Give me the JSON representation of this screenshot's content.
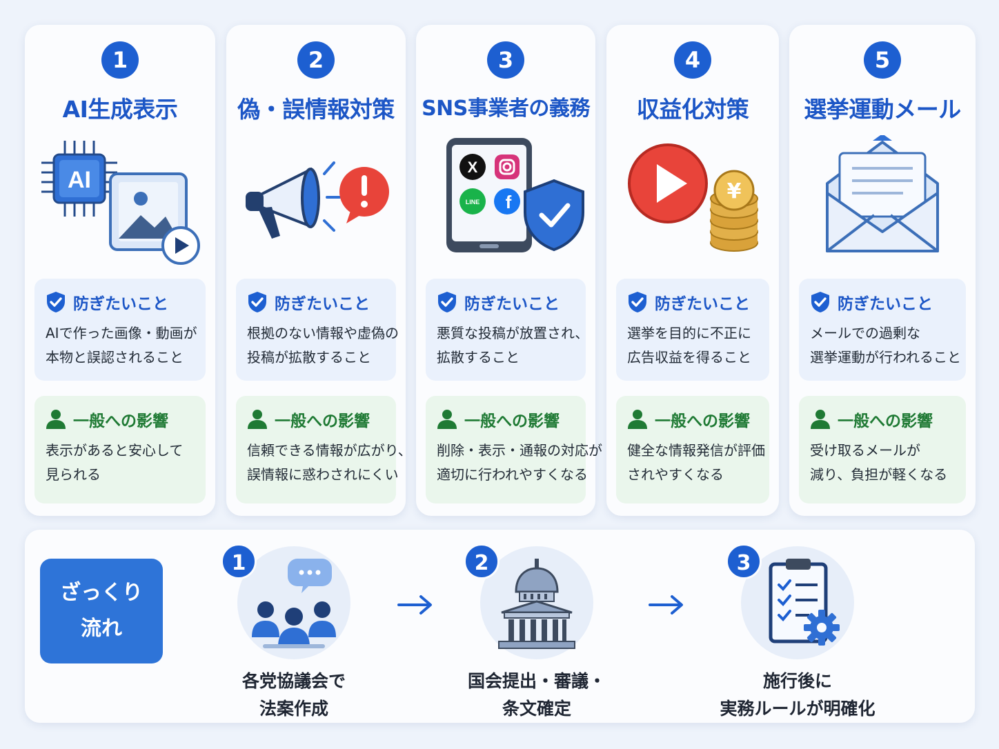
{
  "colors": {
    "accent": "#1d5fd1",
    "title_blue": "#1c56c6",
    "prevent_bg": "#eaf1fc",
    "impact_bg": "#eaf6ec",
    "impact_green": "#1f7a34"
  },
  "cards": [
    {
      "number": "1",
      "title": "AI生成表示",
      "icon": "ai-chip-image-icon",
      "prevent_heading": "防ぎたいこと",
      "prevent_lines": [
        "AIで作った画像・動画が",
        "本物と誤認されること"
      ],
      "impact_heading": "一般への影響",
      "impact_lines": [
        "表示があると安心して",
        "見られる"
      ]
    },
    {
      "number": "2",
      "title": "偽・誤情報対策",
      "icon": "megaphone-alert-icon",
      "prevent_heading": "防ぎたいこと",
      "prevent_lines": [
        "根拠のない情報や虚偽の",
        "投稿が拡散すること"
      ],
      "impact_heading": "一般への影響",
      "impact_lines": [
        "信頼できる情報が広がり、",
        "誤情報に惑わされにくい"
      ]
    },
    {
      "number": "3",
      "title": "SNS事業者の義務",
      "icon": "phone-sns-shield-icon",
      "prevent_heading": "防ぎたいこと",
      "prevent_lines": [
        "悪質な投稿が放置され、",
        "拡散すること"
      ],
      "impact_heading": "一般への影響",
      "impact_lines": [
        "削除・表示・通報の対応が",
        "適切に行われやすくなる"
      ]
    },
    {
      "number": "4",
      "title": "収益化対策",
      "icon": "play-coins-icon",
      "prevent_heading": "防ぎたいこと",
      "prevent_lines": [
        "選挙を目的に不正に",
        "広告収益を得ること"
      ],
      "impact_heading": "一般への影響",
      "impact_lines": [
        "健全な情報発信が評価",
        "されやすくなる"
      ]
    },
    {
      "number": "5",
      "title": "選挙運動メール",
      "icon": "envelope-icon",
      "prevent_heading": "防ぎたいこと",
      "prevent_lines": [
        "メールでの過剰な",
        "選挙運動が行われること"
      ],
      "impact_heading": "一般への影響",
      "impact_lines": [
        "受け取るメールが",
        "減り、負担が軽くなる"
      ]
    }
  ],
  "flow": {
    "tag_lines": [
      "ざっくり",
      "流れ"
    ],
    "steps": [
      {
        "number": "1",
        "icon": "meeting-people-icon",
        "label_lines": [
          "各党協議会で",
          "法案作成"
        ]
      },
      {
        "number": "2",
        "icon": "parliament-building-icon",
        "label_lines": [
          "国会提出・審議・",
          "条文確定"
        ]
      },
      {
        "number": "3",
        "icon": "clipboard-gear-icon",
        "label_lines": [
          "施行後に",
          "実務ルールが明確化"
        ]
      }
    ]
  }
}
